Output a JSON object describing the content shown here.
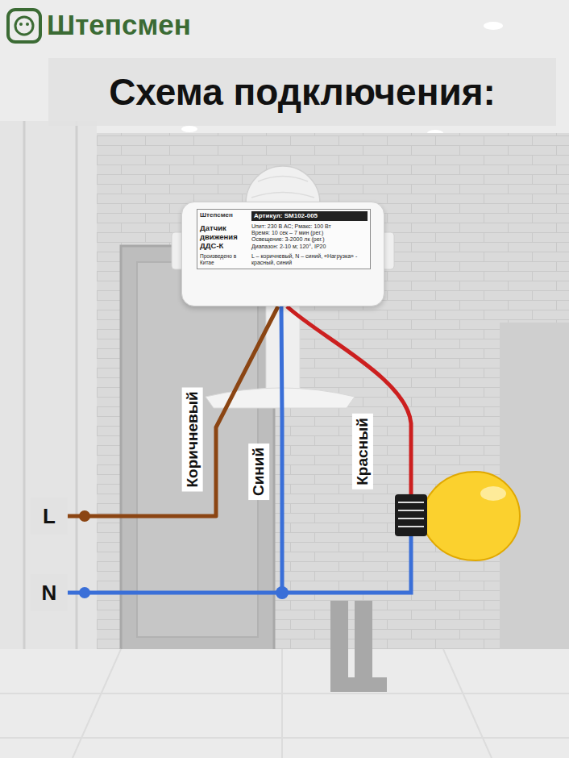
{
  "diagram": {
    "title": "Схема подключения:",
    "nodes": [
      {
        "text": [
          "Штепсмен",
          "Артикул: SM102-005",
          "Датчик движения ДДС-К",
          "Uпит: 230 В АС; Pмакс: 100 Вт",
          "Время: 10 сек – 7 мин (рег.)",
          "Освещение: 3-2000 лк (рег.)",
          "Диапазон: 2-10 м; 120°, IP20",
          "Произведено в Китае",
          "L – коричневый, N – синий, «Нагрузка» - красный, синий"
        ]
      },
      {
        "text": [
          "L"
        ]
      },
      {
        "text": [
          "N"
        ]
      }
    ],
    "edges": [
      {
        "from": 1,
        "to": 0,
        "label": "Коричневый",
        "arrow": "none"
      },
      {
        "from": 2,
        "to": 0,
        "label": "Синий",
        "arrow": "none"
      }
    ],
    "labels": [
      "Штепсмен",
      "Красный"
    ]
  }
}
